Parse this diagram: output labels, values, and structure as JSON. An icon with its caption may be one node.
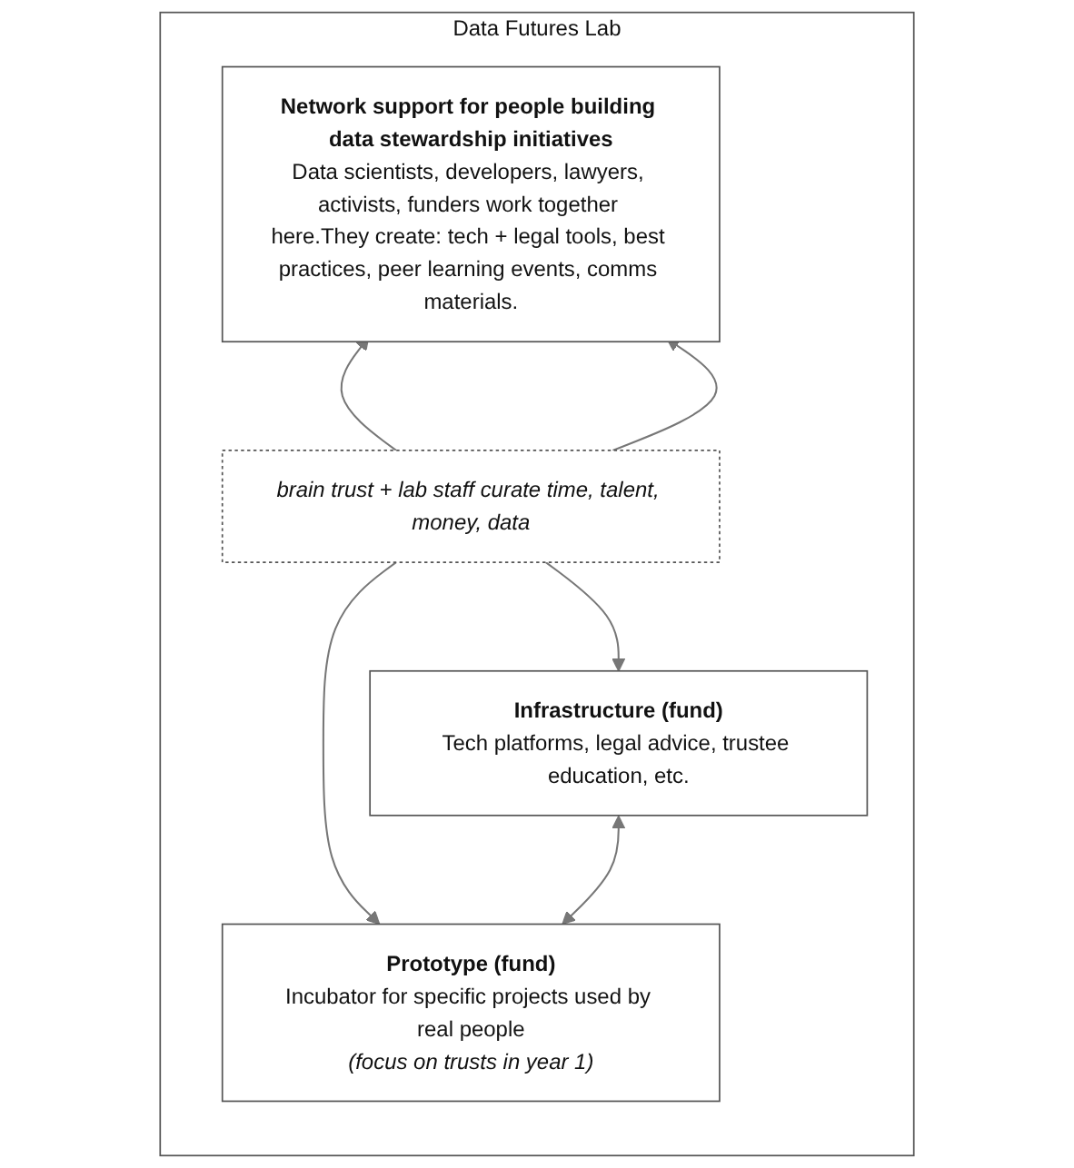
{
  "diagram": {
    "nodes": [
      {
        "text": [
          "Data Futures Lab"
        ]
      },
      {
        "text": [
          "Network support for people building data stewardship initiatives",
          "Data scientists, developers, lawyers, activists, funders work together here.They create: tech + legal tools, best practices, peer learning events, comms materials."
        ],
        "in": 0
      },
      {
        "text": [
          "brain trust + lab staff curate time, talent, money, data"
        ],
        "in": 0
      },
      {
        "text": [
          "Infrastructure (fund)",
          "Tech platforms, legal advice, trustee education, etc."
        ],
        "in": 0
      },
      {
        "text": [
          "Prototype (fund)",
          "Incubator for specific projects used by real people",
          "(focus on trusts in year 1)"
        ],
        "in": 0
      }
    ],
    "edges": [
      {
        "from": 2,
        "to": 1,
        "arrow": "to"
      },
      {
        "from": 2,
        "to": 1,
        "arrow": "to"
      },
      {
        "from": 2,
        "to": 3,
        "arrow": "to"
      },
      {
        "from": 2,
        "to": 4,
        "arrow": "to"
      },
      {
        "from": 3,
        "to": 4,
        "arrow": "both"
      }
    ]
  }
}
